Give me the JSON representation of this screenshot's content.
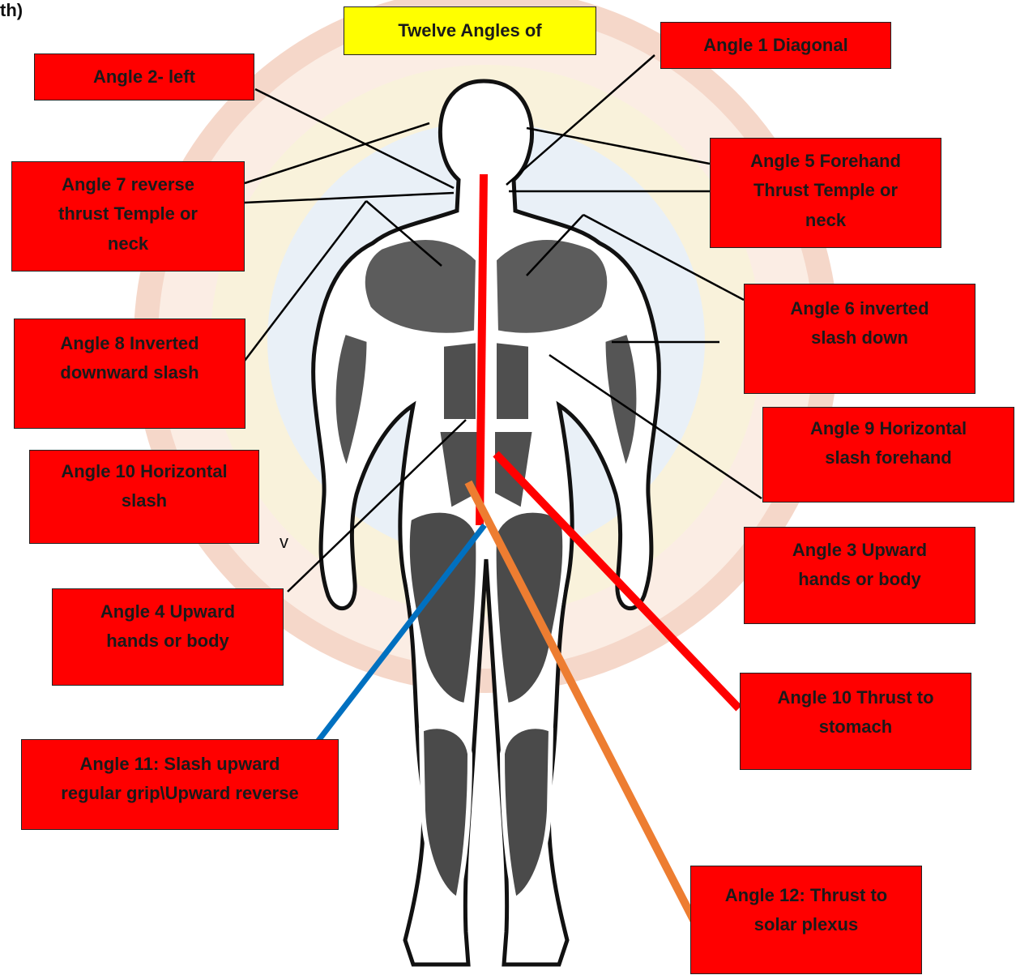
{
  "corner_fragment": "th)",
  "title": "Twelve Angles of",
  "stray_mark": "v",
  "colors": {
    "label_bg": "#ff0000",
    "title_bg": "#ffff00",
    "angle_red": "#ff0000",
    "angle_blue": "#0070c0",
    "angle_orange": "#ed7d31",
    "watermark": "#f2c7a8"
  },
  "labels": [
    {
      "id": "angle-1",
      "text": "Angle 1 Diagonal"
    },
    {
      "id": "angle-2",
      "text": "Angle 2- left"
    },
    {
      "id": "angle-5",
      "text": "Angle 5 Forehand\nThrust Temple or\nneck"
    },
    {
      "id": "angle-7",
      "text": "Angle 7 reverse\nthrust Temple or\nneck"
    },
    {
      "id": "angle-6",
      "text": "Angle 6 inverted\nslash down"
    },
    {
      "id": "angle-8",
      "text": "Angle 8 Inverted\ndownward slash"
    },
    {
      "id": "angle-9",
      "text": "Angle 9 Horizontal\nslash forehand"
    },
    {
      "id": "angle-10-horizontal",
      "text": "Angle 10 Horizontal\nslash"
    },
    {
      "id": "angle-3",
      "text": "Angle 3 Upward\nhands or body"
    },
    {
      "id": "angle-4",
      "text": "Angle 4 Upward\nhands or body"
    },
    {
      "id": "angle-10-thrust",
      "text": "Angle 10 Thrust to\nstomach"
    },
    {
      "id": "angle-11",
      "text": "Angle 11: Slash upward\nregular grip\\Upward reverse"
    },
    {
      "id": "angle-12",
      "text": "Angle 12: Thrust to\nsolar plexus"
    }
  ]
}
